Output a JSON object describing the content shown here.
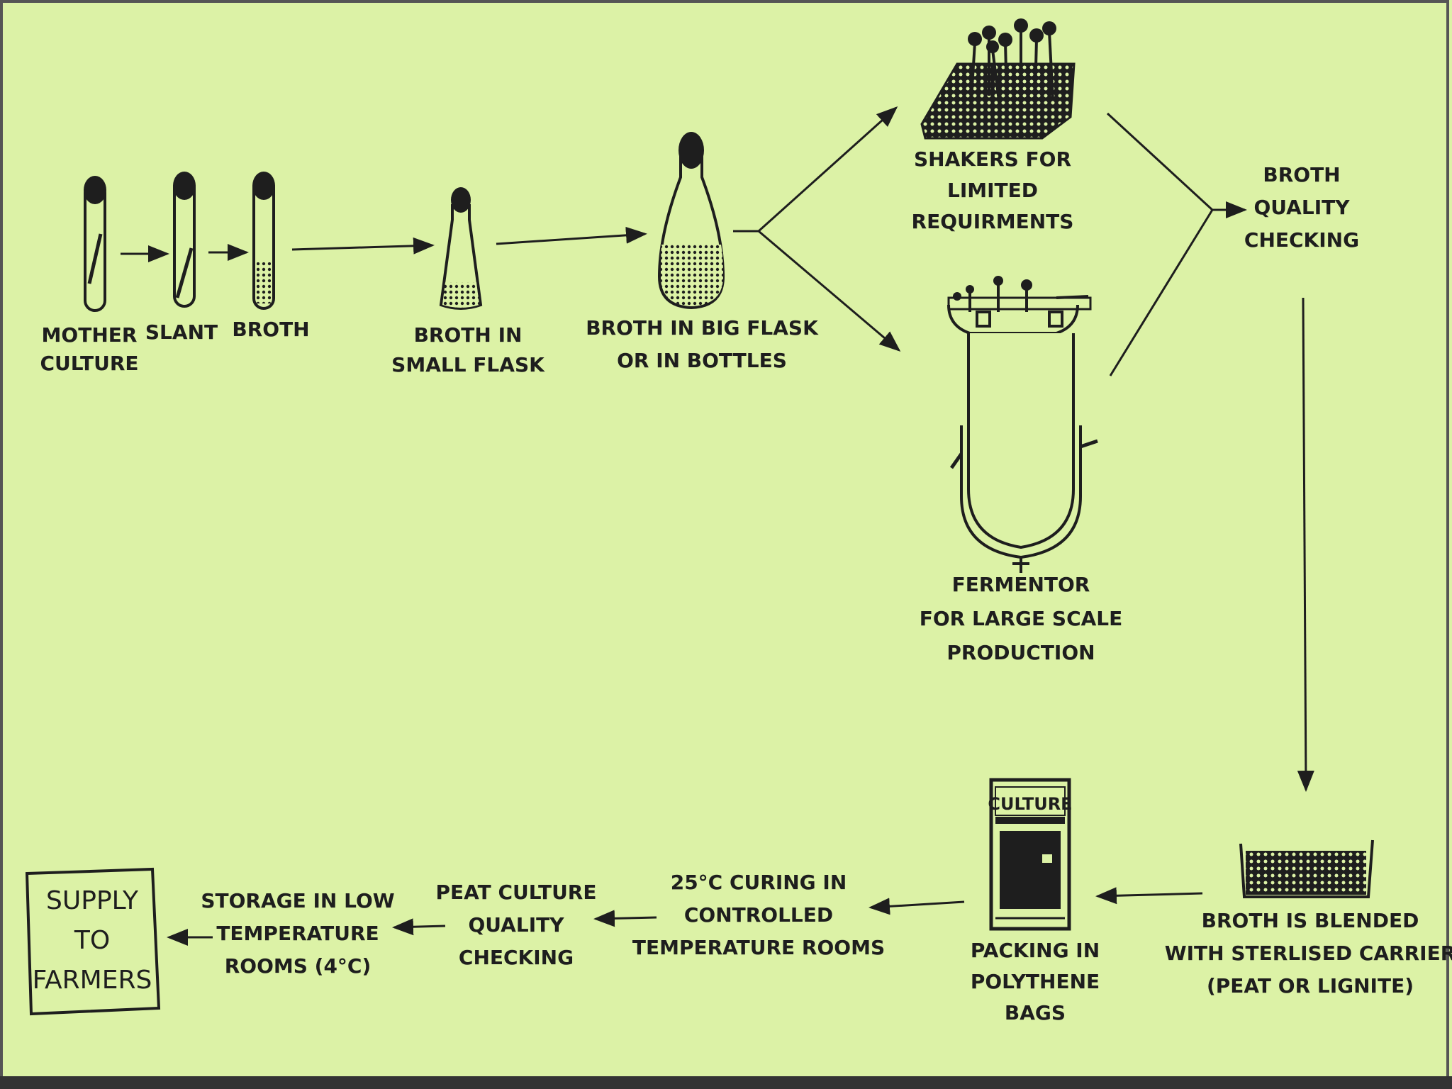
{
  "stages": {
    "mother_culture": [
      "MOTHER",
      "CULTURE"
    ],
    "slant": [
      "SLANT"
    ],
    "broth": [
      "BROTH"
    ],
    "broth_small_flask": [
      "BROTH IN",
      "SMALL FLASK"
    ],
    "broth_big_flask": [
      "BROTH IN BIG FLASK",
      "OR IN BOTTLES"
    ],
    "shakers": [
      "SHAKERS FOR",
      "LIMITED",
      "REQUIRMENTS"
    ],
    "fermentor": [
      "FERMENTOR",
      "FOR LARGE SCALE",
      "PRODUCTION"
    ],
    "broth_quality": [
      "BROTH",
      "QUALITY",
      "CHECKING"
    ],
    "blending": [
      "BROTH IS BLENDED",
      "WITH STERLISED CARRIER",
      "(PEAT OR LIGNITE)"
    ],
    "packing": [
      "PACKING IN",
      "POLYTHENE",
      "BAGS"
    ],
    "curing": [
      "25°C CURING IN",
      "CONTROLLED",
      "TEMPERATURE ROOMS"
    ],
    "peat_quality": [
      "PEAT CULTURE",
      "QUALITY",
      "CHECKING"
    ],
    "storage": [
      "STORAGE IN LOW",
      "TEMPERATURE",
      "ROOMS (4°C)"
    ],
    "supply": [
      "SUPPLY",
      "TO",
      "FARMERS"
    ]
  },
  "bag_label": "CULTURE",
  "colors": {
    "background": "#dcf2a6",
    "ink": "#1e1e1e",
    "frame": "#333333"
  }
}
